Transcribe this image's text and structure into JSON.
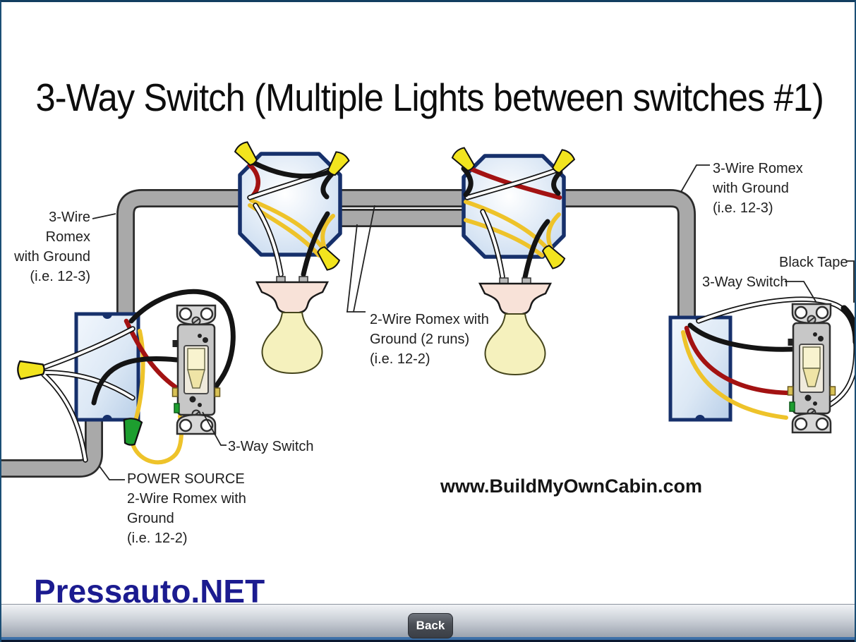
{
  "title": "3-Way Switch (Multiple Lights between switches #1)",
  "diagram_labels": {
    "left_romex": [
      "3-Wire Romex",
      "with Ground",
      "(i.e. 12-3)"
    ],
    "center_romex": [
      "2-Wire Romex with",
      "Ground (2 runs)",
      "(i.e. 12-2)"
    ],
    "right_romex": [
      "3-Wire Romex",
      "with Ground",
      "(i.e. 12-3)"
    ],
    "power_source": [
      "POWER SOURCE",
      "2-Wire Romex with",
      "Ground",
      "(i.e. 12-2)"
    ],
    "left_switch": "3-Way Switch",
    "right_switch": "3-Way Switch",
    "black_tape": "Black Tape"
  },
  "website": "www.BuildMyOwnCabin.com",
  "watermark": "Pressauto.NET",
  "toolbar": {
    "back_label": "Back"
  },
  "colors": {
    "wire_black": "#141414",
    "wire_red": "#a31212",
    "wire_yellow": "#eec32a",
    "wire_white": "#ffffff",
    "wire_nut_yellow": "#f2e41e",
    "ground_nut_green": "#1d9e2f",
    "conduit_gray": "#a9a9a9",
    "conduit_outline": "#2b2b2b",
    "box_outline_navy": "#16306b",
    "watermark_blue": "#1b1b90",
    "bottom_strip_blue": "#3c70a8"
  }
}
